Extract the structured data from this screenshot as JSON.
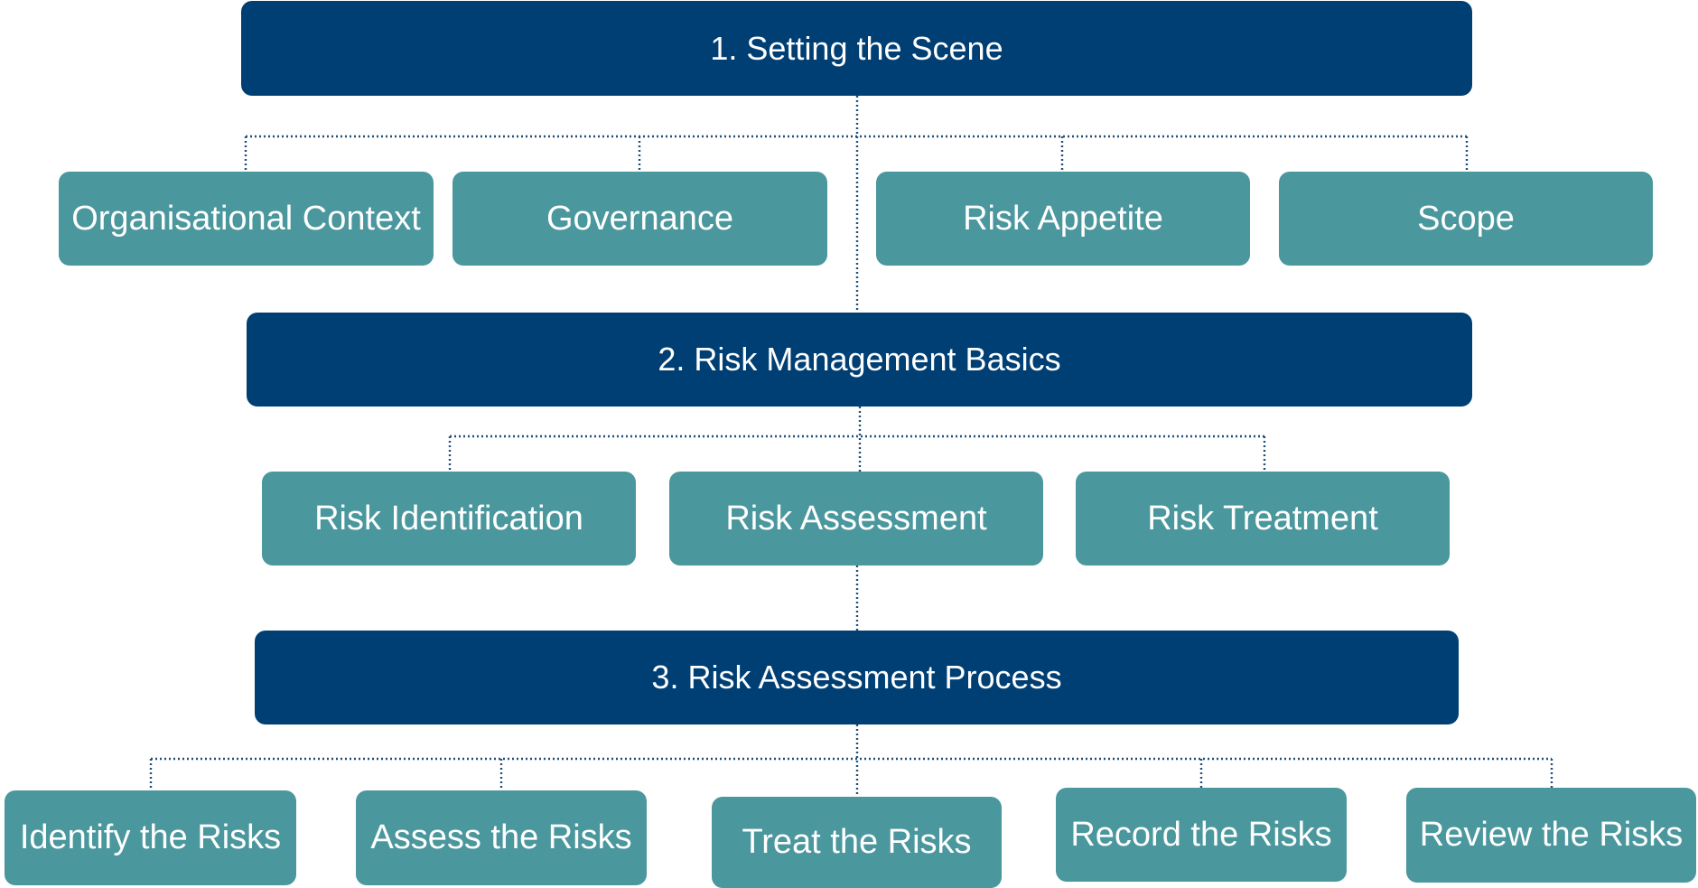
{
  "diagram": {
    "sections": [
      {
        "title": "1. Setting the Scene",
        "items": [
          "Organisational Context",
          "Governance",
          "Risk Appetite",
          "Scope"
        ]
      },
      {
        "title": "2. Risk Management Basics",
        "items": [
          "Risk Identification",
          "Risk Assessment",
          "Risk Treatment"
        ]
      },
      {
        "title": "3. Risk Assessment Process",
        "items": [
          "Identify the Risks",
          "Assess the Risks",
          "Treat the Risks",
          "Record the Risks",
          "Review the Risks"
        ]
      }
    ]
  },
  "colors": {
    "heading_fill": "#003F74",
    "item_fill": "#4A979D",
    "connector": "#1E4E7A",
    "text": "#FFFFFF"
  }
}
